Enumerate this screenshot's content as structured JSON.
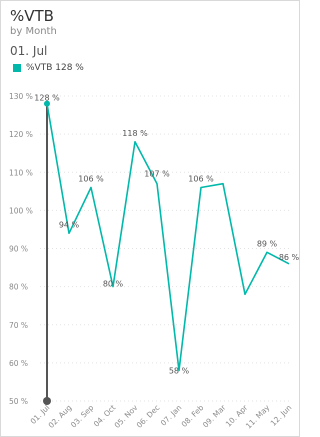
{
  "header": {
    "title": "%VTB",
    "subtitle": "by Month",
    "selected_point": "01. Jul"
  },
  "legend": {
    "swatch_color": "#01b8aa",
    "label": "%VTB 128 %"
  },
  "colors": {
    "line": "#01b8aa",
    "cursor": "#555555",
    "grid": "#e3e3e3",
    "tick_text": "#8a8a8a",
    "label_text": "#555555"
  },
  "chart_data": {
    "type": "line",
    "x": [
      "01. Jul",
      "02. Aug",
      "03. Sep",
      "04. Oct",
      "05. Nov",
      "06. Dec",
      "07. Jan",
      "08. Feb",
      "09. Mar",
      "10. Apr",
      "11. May",
      "12. Jun"
    ],
    "series": [
      {
        "name": "%VTB",
        "values": [
          128,
          94,
          106,
          80,
          118,
          107,
          58,
          106,
          107,
          78,
          89,
          86
        ],
        "labels": [
          "128 %",
          "94 %",
          "106 %",
          "80 %",
          "118 %",
          "107 %",
          "58 %",
          "106 %",
          "",
          "",
          "89 %",
          "86 %"
        ]
      }
    ],
    "yticks": [
      50,
      60,
      70,
      80,
      90,
      100,
      110,
      120,
      130
    ],
    "ytick_labels": [
      "50 %",
      "60 %",
      "70 %",
      "80 %",
      "90 %",
      "100 %",
      "110 %",
      "120 %",
      "130 %"
    ],
    "ylim": [
      50,
      130
    ],
    "grid": true,
    "legend_position": "top-left",
    "highlighted_index": 0
  }
}
